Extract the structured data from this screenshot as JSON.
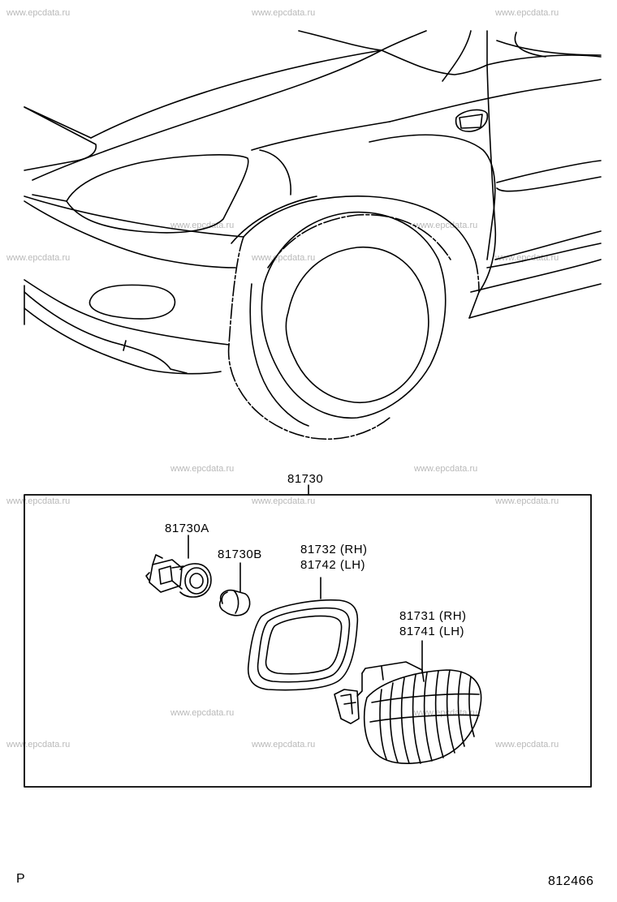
{
  "watermark": {
    "text": "www.epcdata.ru"
  },
  "callouts": {
    "assembly": "81730",
    "socket": "81730A",
    "bulb": "81730B",
    "gasket": [
      "81732 (RH)",
      "81742 (LH)"
    ],
    "lamp": [
      "81731 (RH)",
      "81741 (LH)"
    ]
  },
  "footer": {
    "left_code": "P",
    "illustration_no": "812466"
  }
}
